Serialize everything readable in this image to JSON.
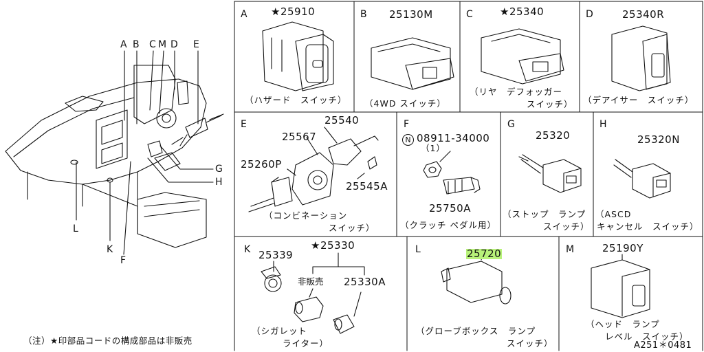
{
  "overview": {
    "callouts": [
      "A",
      "B",
      "C",
      "M",
      "D",
      "E",
      "G",
      "H",
      "L",
      "K",
      "F"
    ]
  },
  "panels": {
    "A": {
      "letter": "A",
      "part": "★25910",
      "cap1": "（ハザード　スイッチ）",
      "cap2": ""
    },
    "B": {
      "letter": "B",
      "part": "25130M",
      "cap1": "（4WD スイッチ）",
      "cap2": ""
    },
    "C": {
      "letter": "C",
      "part": "★25340",
      "cap1": "（リヤ　デフォッガー",
      "cap2": "スイッチ）"
    },
    "D": {
      "letter": "D",
      "part": "25340R",
      "cap1": "（デアイサー　スイッチ）",
      "cap2": ""
    },
    "E": {
      "letter": "E",
      "parts": [
        "25540",
        "25567",
        "25260P",
        "25545A"
      ],
      "cap1": "（コンビネーション",
      "cap2": "スイッチ）"
    },
    "F": {
      "letter": "F",
      "circled": "N",
      "part_bolt_spec": "08911-34000",
      "qty": "（1）",
      "part": "25750A",
      "cap1": "（クラッチ ペダル用）"
    },
    "G": {
      "letter": "G",
      "part": "25320",
      "cap1": "（ストップ　ランプ",
      "cap2": "スイッチ）"
    },
    "H": {
      "letter": "H",
      "part": "25320N",
      "cap1": "（ASCD",
      "cap2": "キャンセル　スイッチ）"
    },
    "K": {
      "letter": "K",
      "parts": [
        "25339",
        "★25330",
        "25330A"
      ],
      "not_for_sale": "非販売",
      "cap1": "（シガレット",
      "cap2": "ライター）"
    },
    "L": {
      "letter": "L",
      "part": "25720",
      "cap1": "（グローブボックス　ランプ",
      "cap2": "スイッチ）"
    },
    "M": {
      "letter": "M",
      "part": "25190Y",
      "cap1": "（ヘッド　ランプ",
      "cap2": "レベル　スイッチ）"
    }
  },
  "footnote": "（注）★印部品コードの構成部品は非販売",
  "diagram_code": "A251＊0481"
}
